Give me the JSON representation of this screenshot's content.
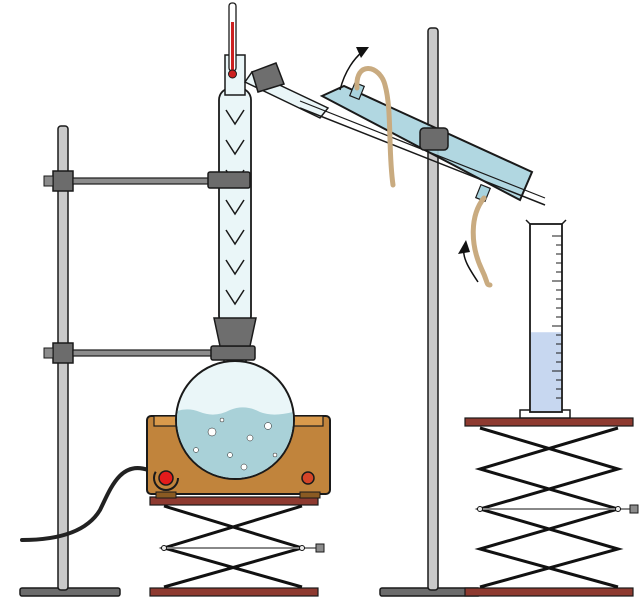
{
  "diagram": {
    "colors": {
      "outline": "#1a1a1a",
      "glass": "#eaf6f8",
      "liquid": "#a9d1d8",
      "rod_light": "#c9c9c9",
      "rod_dark": "#8c8c8c",
      "clamp": "#6c6c6c",
      "heater_body": "#c1843c",
      "heater_top": "#d99a4c",
      "heater_dark": "#8a5a22",
      "knob_red": "#e31b1b",
      "lab_jack_plate": "#8e3a30",
      "lab_jack_scissor": "#111111",
      "hose": "#c9ab80",
      "condenser_glass": "#a8d3de",
      "cylinder_liquid": "#c7d7f0",
      "thermometer_red": "#cc2020",
      "stopper": "#6e6e6e",
      "cable": "#222222",
      "arrow": "#111111"
    },
    "components": [
      "ring-stand",
      "ring-stand",
      "thermometer",
      "fractionating-column",
      "round-bottom-flask",
      "heating-mantle",
      "lab-jack",
      "lab-jack",
      "liebig-condenser",
      "water-hose-in",
      "water-hose-out",
      "graduated-cylinder"
    ],
    "flow_arrows": [
      "water-out-arrow",
      "water-in-arrow"
    ],
    "cylinder_fill_fraction": 0.44
  }
}
